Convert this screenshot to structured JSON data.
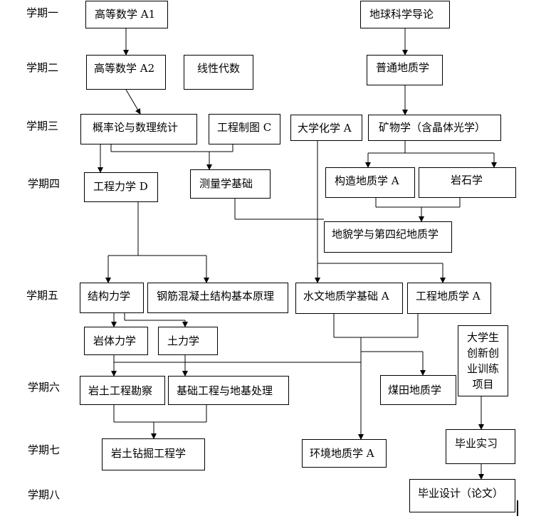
{
  "semesters": [
    "学期一",
    "学期二",
    "学期三",
    "学期四",
    "学期五",
    "学期六",
    "学期七",
    "学期八"
  ],
  "courses": {
    "math_a1": "高等数学 A1",
    "earth_intro": "地球科学导论",
    "math_a2": "高等数学 A2",
    "linear_algebra": "线性代数",
    "general_geology": "普通地质学",
    "probability": "概率论与数理统计",
    "drawing_c": "工程制图 C",
    "chemistry_a": "大学化学 A",
    "mineralogy": "矿物学（含晶体光学）",
    "mechanics_d": "工程力学 D",
    "surveying": "测量学基础",
    "structural_geology_a": "构造地质学 A",
    "petrology": "岩石学",
    "geomorphology": "地貌学与第四纪地质学",
    "structural_mechanics": "结构力学",
    "concrete": "钢筋混凝土结构基本原理",
    "hydrogeology_a": "水文地质学基础 A",
    "engineering_geology_a": "工程地质学 A",
    "rock_mechanics": "岩体力学",
    "soil_mechanics": "土力学",
    "innovation": "大学生\n创新创\n业训练\n项目",
    "geotech_survey": "岩土工程勘察",
    "foundation": "基础工程与地基处理",
    "coalfield_geology": "煤田地质学",
    "drilling": "岩土钻掘工程学",
    "environmental_geology_a": "环境地质学 A",
    "internship": "毕业实习",
    "thesis": "毕业设计（论文）"
  }
}
